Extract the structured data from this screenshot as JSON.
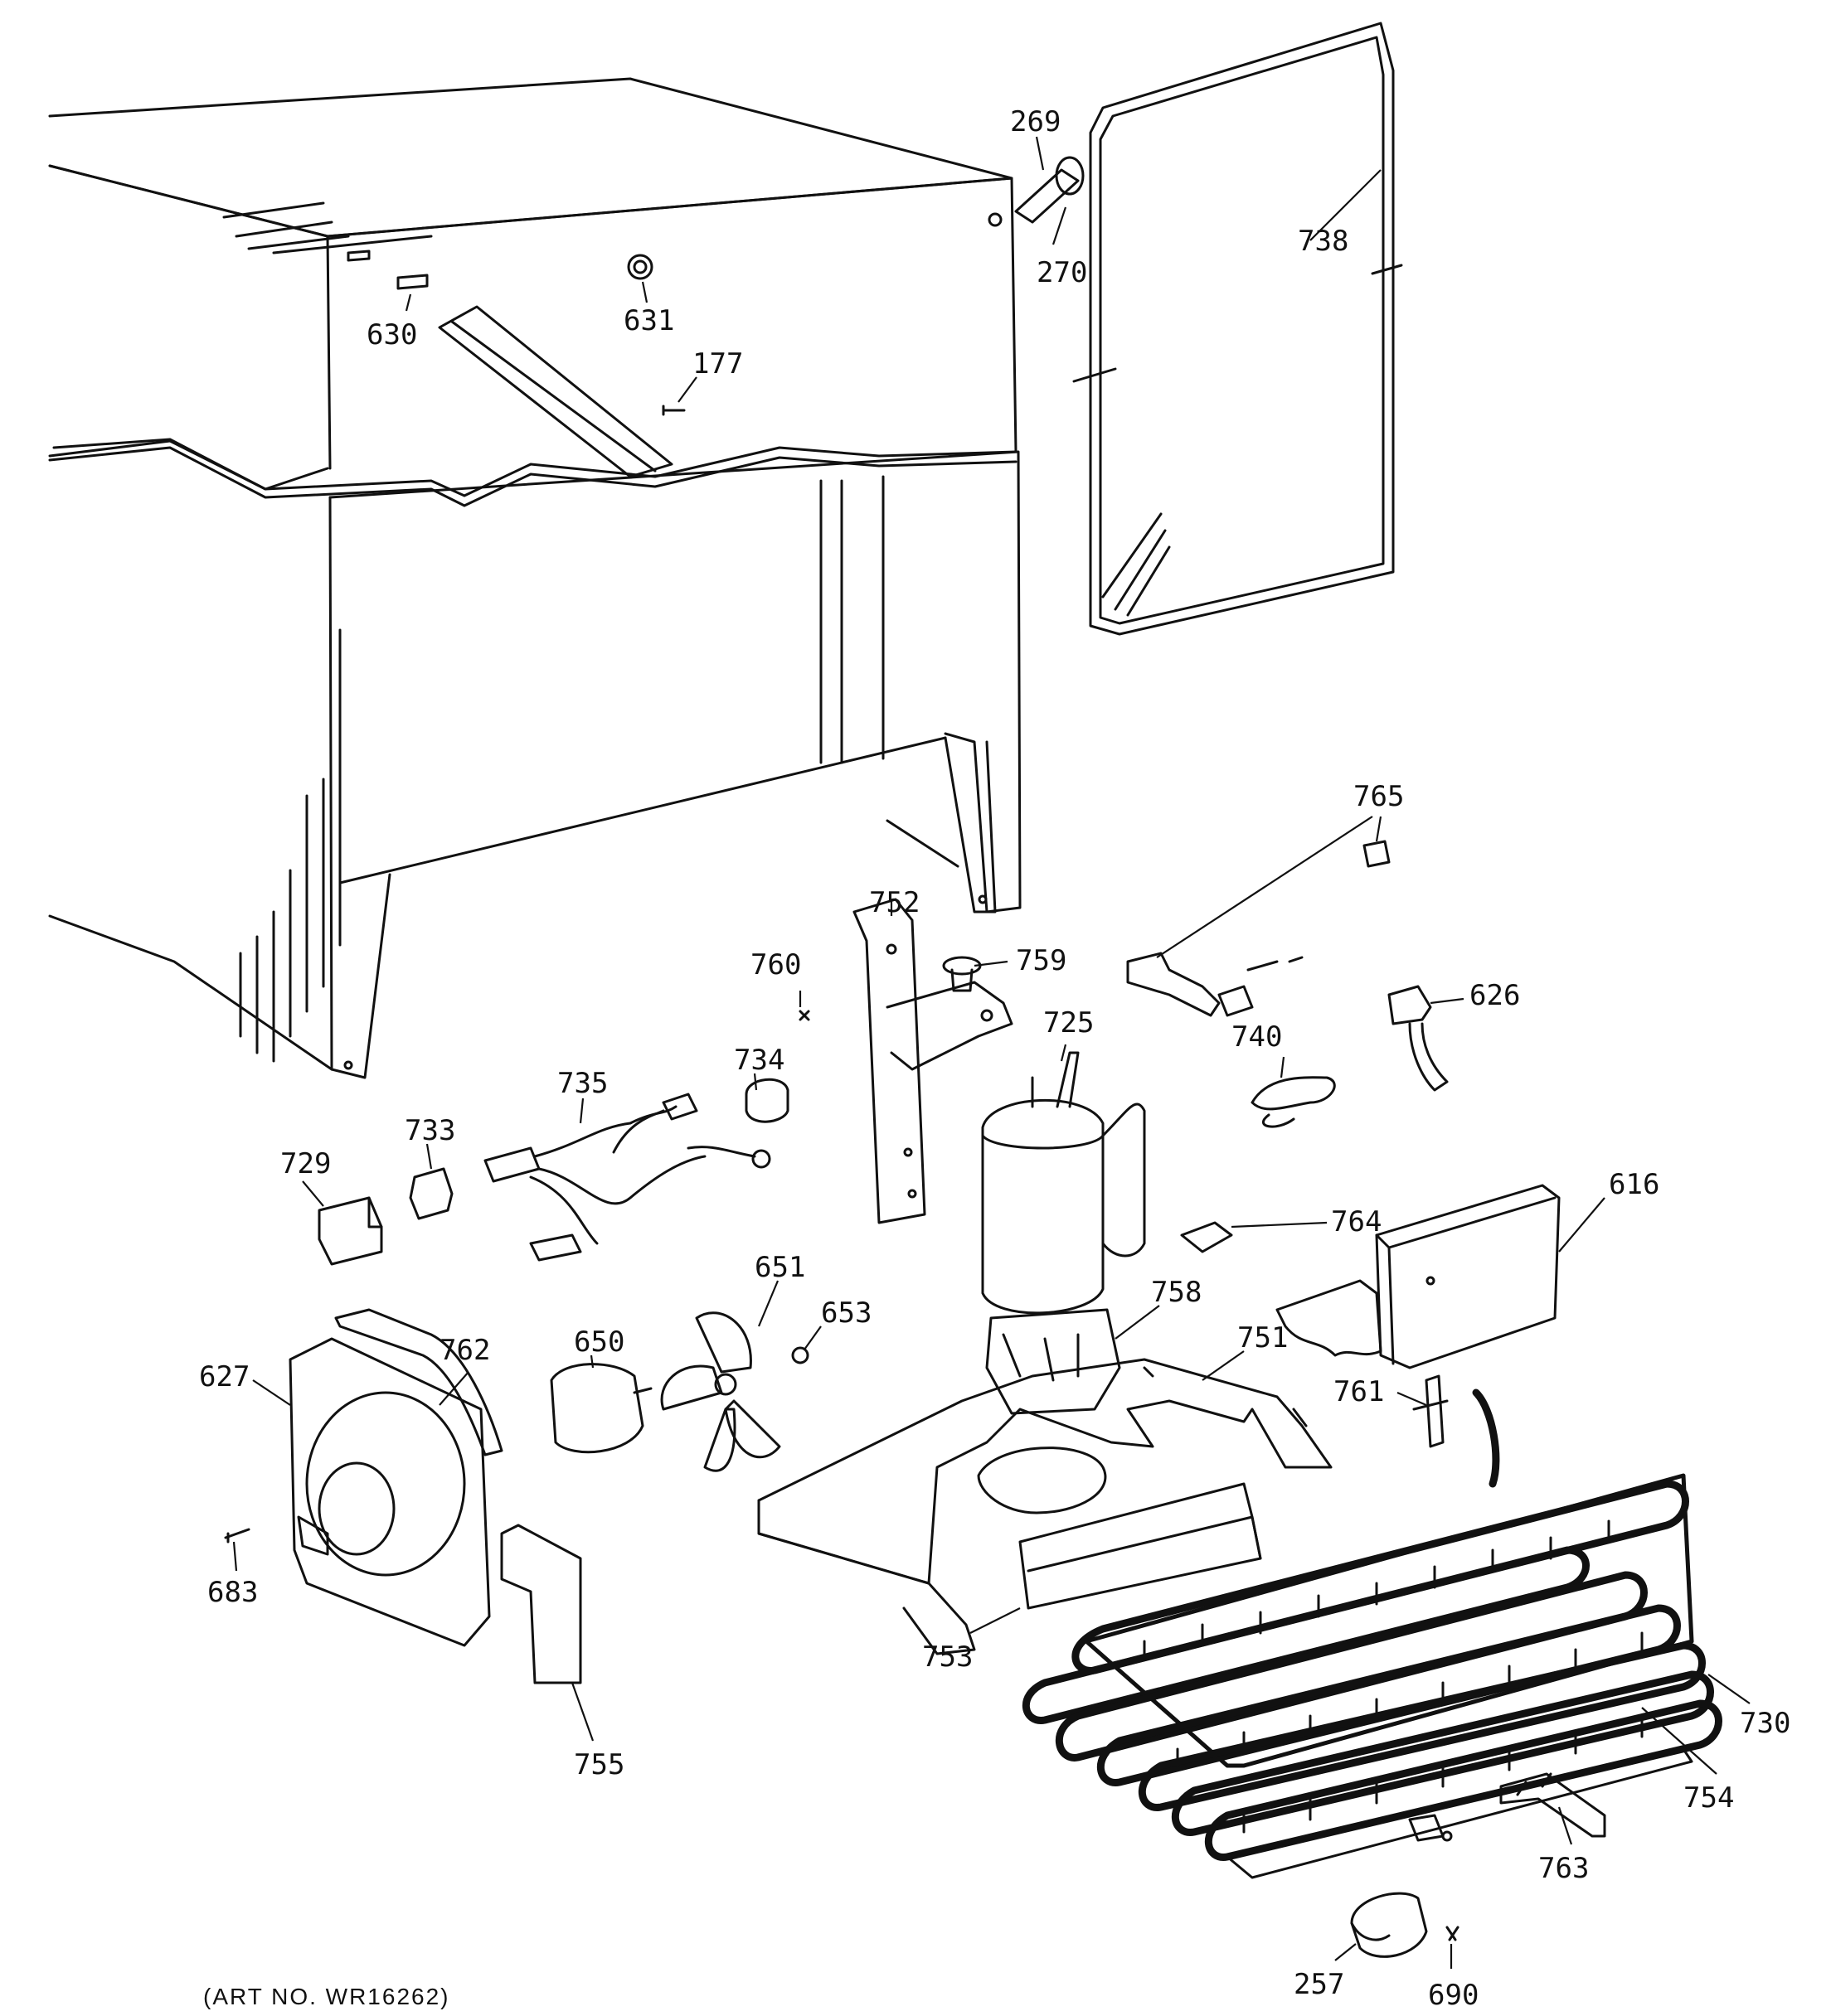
{
  "art_number": "(ART NO. WR16262)",
  "callouts": [
    {
      "part": "269",
      "label": "269"
    },
    {
      "part": "270",
      "label": "270"
    },
    {
      "part": "738",
      "label": "738"
    },
    {
      "part": "630",
      "label": "630"
    },
    {
      "part": "631",
      "label": "631"
    },
    {
      "part": "177",
      "label": "177"
    },
    {
      "part": "765",
      "label": "765"
    },
    {
      "part": "752",
      "label": "752"
    },
    {
      "part": "760",
      "label": "760"
    },
    {
      "part": "759",
      "label": "759"
    },
    {
      "part": "626",
      "label": "626"
    },
    {
      "part": "725",
      "label": "725"
    },
    {
      "part": "740",
      "label": "740"
    },
    {
      "part": "735",
      "label": "735"
    },
    {
      "part": "734",
      "label": "734"
    },
    {
      "part": "733",
      "label": "733"
    },
    {
      "part": "729",
      "label": "729"
    },
    {
      "part": "764",
      "label": "764"
    },
    {
      "part": "616",
      "label": "616"
    },
    {
      "part": "651",
      "label": "651"
    },
    {
      "part": "653",
      "label": "653"
    },
    {
      "part": "758",
      "label": "758"
    },
    {
      "part": "751",
      "label": "751"
    },
    {
      "part": "650",
      "label": "650"
    },
    {
      "part": "627",
      "label": "627"
    },
    {
      "part": "762",
      "label": "762"
    },
    {
      "part": "761",
      "label": "761"
    },
    {
      "part": "683",
      "label": "683"
    },
    {
      "part": "753",
      "label": "753"
    },
    {
      "part": "755",
      "label": "755"
    },
    {
      "part": "730",
      "label": "730"
    },
    {
      "part": "754",
      "label": "754"
    },
    {
      "part": "763",
      "label": "763"
    },
    {
      "part": "257",
      "label": "257"
    },
    {
      "part": "690",
      "label": "690"
    }
  ]
}
